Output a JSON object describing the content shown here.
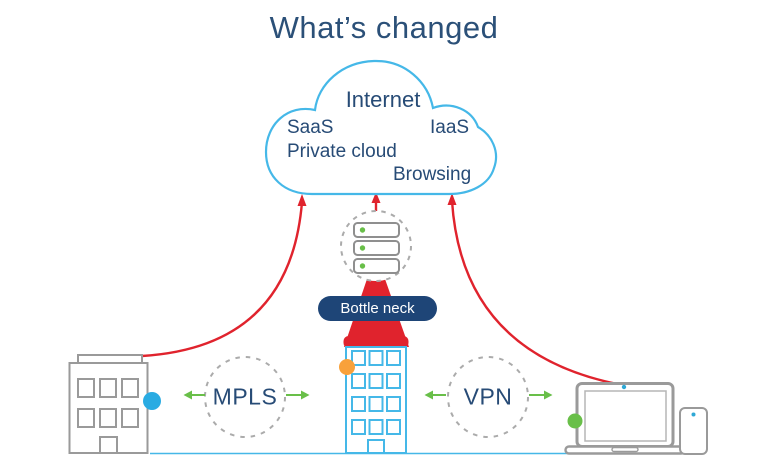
{
  "title": "What’s changed",
  "cloud": {
    "label": "Internet",
    "services": [
      "SaaS",
      "IaaS",
      "Private cloud",
      "Browsing"
    ]
  },
  "transports": {
    "mpls": "MPLS",
    "vpn": "VPN"
  },
  "bottleneck": {
    "label": "Bottle neck"
  },
  "icons": {
    "internet": "cloud-icon",
    "datacenter": "server-rack-icon",
    "branch_office": "office-building-icon",
    "headquarters": "building-red-roof-icon",
    "user_laptop": "laptop-icon",
    "user_phone": "smartphone-icon",
    "traffic_up": "red-curved-arrow-icon",
    "link": "green-double-arrow-icon"
  },
  "colors": {
    "navy_text": "#274b76",
    "pill_navy": "#1e4577",
    "cyan": "#45b8e8",
    "dot_blue": "#29abe2",
    "red": "#e0232d",
    "green": "#69bf49",
    "orange": "#f8a13b",
    "gray": "#9a9a9a"
  }
}
